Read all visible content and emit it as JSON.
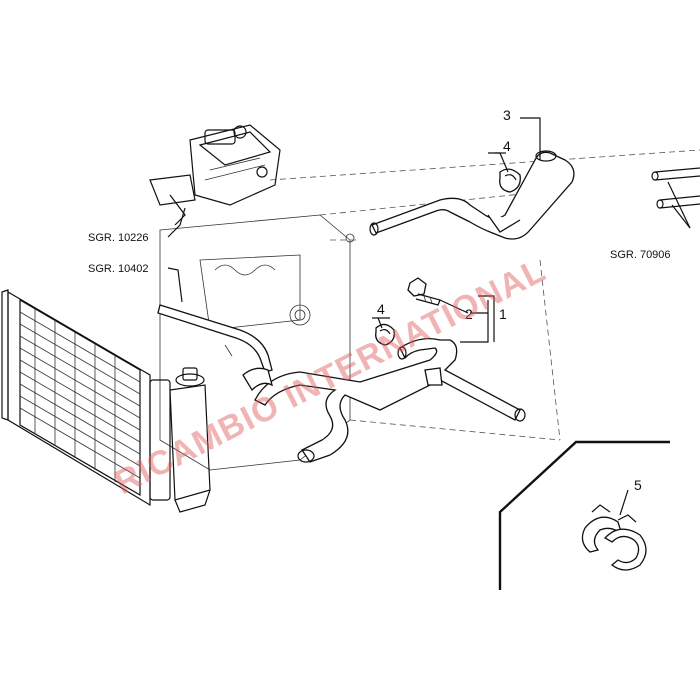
{
  "references": {
    "sgr_10226": "SGR. 10226",
    "sgr_10402": "SGR. 10402",
    "sgr_70906": "SGR. 70906"
  },
  "callouts": {
    "c1": "1",
    "c2": "2",
    "c3": "3",
    "c4_top": "4",
    "c4_mid": "4",
    "c5": "5"
  },
  "watermark": {
    "text": "RICAMBIO INTERNATIONAL",
    "color": "#e05a5a"
  }
}
